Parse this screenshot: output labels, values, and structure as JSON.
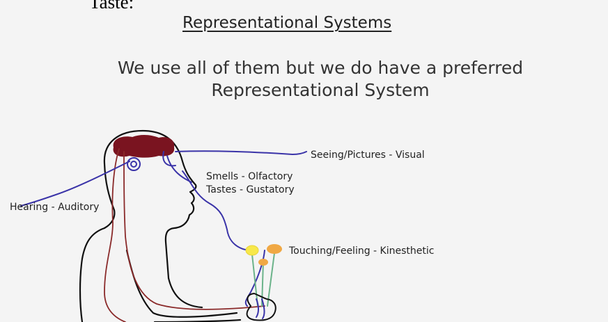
{
  "top_fragment": "Taste:",
  "title": "Representational Systems",
  "subtitle_line1": "We use all of them but we do have a preferred",
  "subtitle_line2": "Representational System",
  "labels": {
    "visual": "Seeing/Pictures - Visual",
    "olfactory": "Smells - Olfactory",
    "gustatory": "Tastes - Gustatory",
    "auditory": "Hearing - Auditory",
    "kinesthetic": "Touching/Feeling - Kinesthetic"
  },
  "colors": {
    "brain": "#7a1420",
    "nerve_blue": "#3a33a8",
    "nerve_red": "#8a2a2a",
    "outline": "#111111",
    "flower_yellow": "#f7e84a",
    "flower_orange": "#f0a844",
    "stem_green": "#6bb38a"
  }
}
